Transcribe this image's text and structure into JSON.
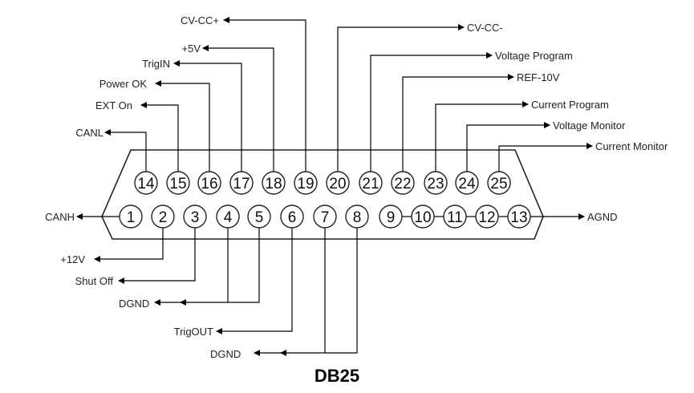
{
  "title": "DB25",
  "pins_top": [
    "14",
    "15",
    "16",
    "17",
    "18",
    "19",
    "20",
    "21",
    "22",
    "23",
    "24",
    "25"
  ],
  "pins_bottom": [
    "1",
    "2",
    "3",
    "4",
    "5",
    "6",
    "7",
    "8",
    "9",
    "10",
    "11",
    "12",
    "13"
  ],
  "signals": {
    "p14": "CANL",
    "p15": "EXT On",
    "p16": "Power OK",
    "p17": "TrigIN",
    "p18": "+5V",
    "p19": "CV-CC+",
    "p20": "CV-CC-",
    "p21": "Voltage  Program",
    "p22": "REF-10V",
    "p23": "Current  Program",
    "p24": "Voltage  Monitor",
    "p25": "Current  Monitor",
    "p1": "CANH",
    "p2": "+12V",
    "p3": "Shut Off",
    "p4_5": "DGND",
    "p6": "TrigOUT",
    "p7_8": "DGND",
    "p9_13": "AGND"
  }
}
